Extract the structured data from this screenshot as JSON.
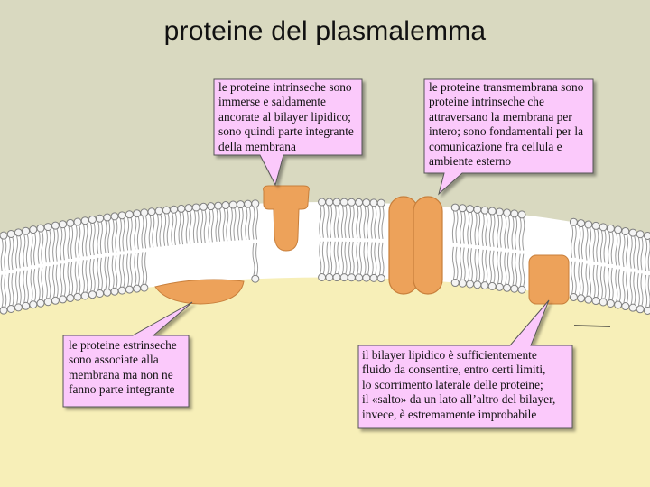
{
  "title": "proteine del plasmalemma",
  "callouts": {
    "intrinsic": "le proteine intrinseche sono\nimmerse e saldamente\nancorate al bilayer lipidico;\nsono quindi parte integrante\ndella membrana",
    "transmembrane": "le proteine transmembrana sono\nproteine intrinseche che\nattraversano la membrana per\nintero; sono fondamentali per la\ncomunicazione fra cellula e\nambiente esterno",
    "extrinsic": "le proteine estrinseche\nsono associate alla\nmembrana ma non ne\nfanno parte integrante",
    "bilayer": "il bilayer lipidico è sufficientemente\nfluido da consentire, entro certi limiti,\nlo scorrimento laterale delle proteine;\nil «salto» da un lato all’altro del bilayer,\ninvece, è estremamente improbabile"
  },
  "colors": {
    "background": "#d9d9c0",
    "cytoplasm": "#f7efb8",
    "protein": "#eda25a",
    "callout_fill": "#fbc9fb",
    "lipid_head": "#f4f4f4"
  }
}
